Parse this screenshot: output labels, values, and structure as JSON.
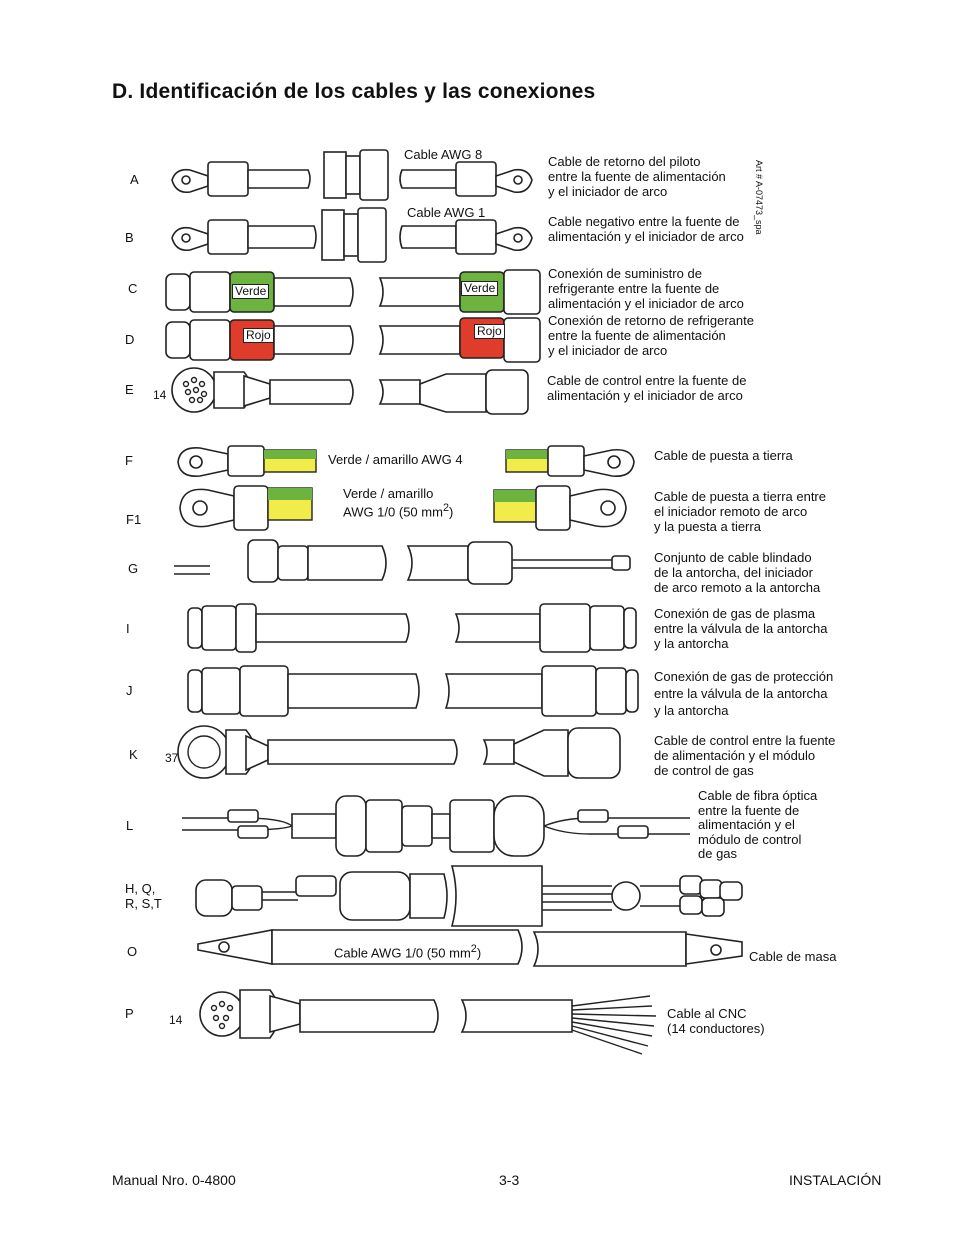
{
  "title": "D.   Identificación de los cables y las conexiones",
  "art_ref": "Art # A-07473_spa",
  "colors": {
    "green": "#6db33f",
    "red": "#e03c2c",
    "yellow": "#f2ec4a"
  },
  "rows": [
    {
      "letter": "A",
      "desc": "Cable de retorno del piloto\nentre la fuente de alimentación\ny el iniciador de arco",
      "size": "Cable AWG 8"
    },
    {
      "letter": "B",
      "desc": "Cable negativo entre la fuente de\nalimentación y el iniciador de arco",
      "size": "Cable AWG 1"
    },
    {
      "letter": "C",
      "desc": "Conexión de suministro de\nrefrigerante entre la fuente de\nalimentación y el iniciador de arco",
      "tag": "Verde"
    },
    {
      "letter": "D",
      "desc": "Conexión de retorno de refrigerante\nentre la fuente de alimentación\ny el iniciador de arco",
      "tag": "Rojo"
    },
    {
      "letter": "E",
      "desc": "Cable de control entre la fuente de\nalimentación y el iniciador de arco",
      "pins": "14"
    },
    {
      "letter": "F",
      "desc": "Cable de puesta a tierra",
      "size": "Verde / amarillo AWG 4"
    },
    {
      "letter": "F1",
      "desc": "Cable de puesta a tierra entre\nel iniciador remoto de arco\ny la puesta a tierra",
      "size": "Verde / amarillo\nAWG 1/0 (50 mm",
      "sup": "2",
      "close": ")"
    },
    {
      "letter": "G",
      "desc": "Conjunto de cable blindado\nde la antorcha, del iniciador\nde arco remoto a la antorcha"
    },
    {
      "letter": "I",
      "desc": "Conexión de gas de plasma\nentre la válvula de la antorcha\ny la antorcha"
    },
    {
      "letter": "J",
      "desc": "Conexión de gas de protección\nentre la válvula de la antorcha\ny la antorcha"
    },
    {
      "letter": "K",
      "desc": "Cable de control entre la fuente\nde alimentación y el módulo\nde control de gas",
      "pins": "37"
    },
    {
      "letter": "L",
      "desc": "Cable de fibra óptica\nentre la fuente de\nalimentación y el\nmódulo de control\nde gas"
    },
    {
      "letter": "H, Q,\nR, S,T"
    },
    {
      "letter": "O",
      "desc": "Cable de masa",
      "size": "Cable AWG 1/0 (50 mm",
      "sup": "2",
      "close": ")"
    },
    {
      "letter": "P",
      "desc": "Cable al CNC\n(14 conductores)",
      "pins": "14"
    }
  ],
  "footer": {
    "left": "Manual Nro. 0-4800",
    "center": "3-3",
    "right": "INSTALACIÓN"
  }
}
